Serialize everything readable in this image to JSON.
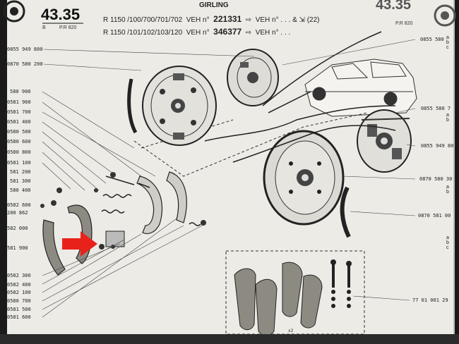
{
  "header": {
    "page_number": "43.35",
    "page_suffix": "B",
    "page_code": "P.R 820",
    "brand": "GIRLING",
    "line1": {
      "model": "R 1150 /100/700/701/702",
      "veh_label": "VEH n°",
      "veh_number": "221331",
      "range": "VEH n° . . . &",
      "range_count": "(22)"
    },
    "line2": {
      "model": "R 1150 /101/102/103/120",
      "veh_label": "VEH n°",
      "veh_number": "346377",
      "range": "VEH n° . . ."
    },
    "right_page_number": "43.35",
    "right_code": "P.R 820"
  },
  "left_labels": [
    "0855 949 800",
    "0870 580 200",
    "580 900",
    "0581 900",
    "0581 700",
    "0581 400",
    "0580 500",
    "0580 600",
    "0580 800",
    "0581 100",
    "581 200",
    "581 300",
    "580 400",
    "0582 600",
    "200 862",
    "582 000",
    "581 900",
    "0582 300",
    "0582 400",
    "0582 100",
    "0580 700",
    "0581 500",
    "0581 600"
  ],
  "right_labels": [
    {
      "text": "0855 580",
      "abc": [
        "a",
        "b",
        "c"
      ]
    },
    {
      "text": "0855 580 7",
      "abc": [
        "a",
        "b"
      ]
    },
    {
      "text": "0855 949 80",
      "abc": []
    },
    {
      "text": "0870 580 30",
      "abc": [
        "a",
        "b"
      ]
    },
    {
      "text": "0870 581 00",
      "abc": [
        "a",
        "b",
        "c"
      ]
    },
    {
      "text": "77 01 001 29",
      "abc": []
    }
  ],
  "bottom_mark": "x2"
}
